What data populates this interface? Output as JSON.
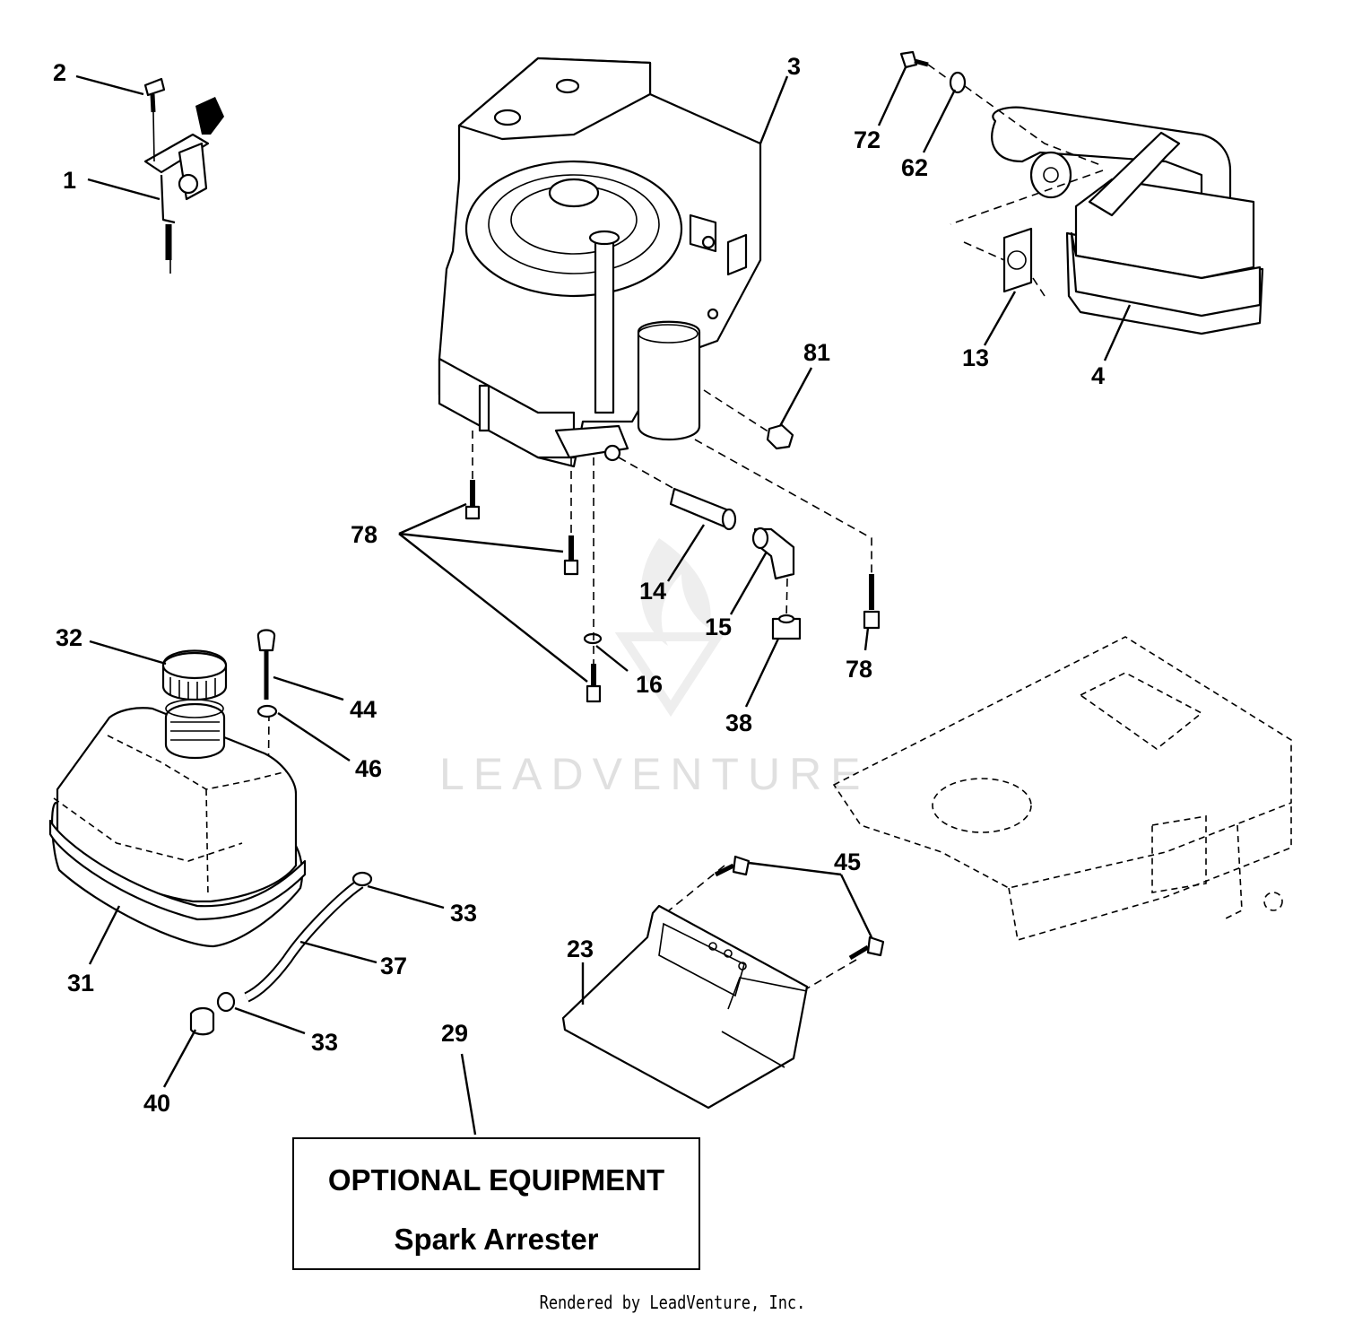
{
  "callouts": {
    "c1": "1",
    "c2": "2",
    "c3": "3",
    "c4": "4",
    "c13": "13",
    "c14": "14",
    "c15": "15",
    "c16": "16",
    "c23": "23",
    "c29": "29",
    "c31": "31",
    "c32": "32",
    "c33a": "33",
    "c33b": "33",
    "c37": "37",
    "c38": "38",
    "c40": "40",
    "c44": "44",
    "c45": "45",
    "c46": "46",
    "c62": "62",
    "c72": "72",
    "c78a": "78",
    "c78b": "78",
    "c81": "81"
  },
  "optional_box": {
    "title": "OPTIONAL EQUIPMENT",
    "subtitle": "Spark Arrester"
  },
  "watermark": "LEADVENTURE",
  "footer": "Rendered by LeadVenture, Inc.",
  "colors": {
    "line": "#000000",
    "background": "#ffffff",
    "watermark": "#d4d4d4"
  }
}
